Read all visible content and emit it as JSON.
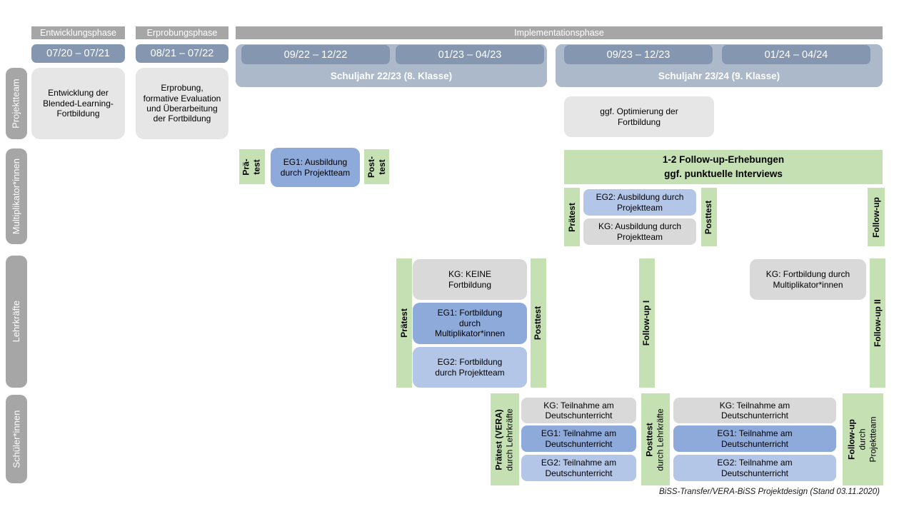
{
  "colors": {
    "header_gray": "#A6A6A6",
    "timeline_blue": "#8496B0",
    "schoolyear_blue": "#ACB9CA",
    "project_box_gray": "#E7E6E6",
    "control_group_gray": "#D9D9D9",
    "eg1_blue": "#8EAADB",
    "eg2_blue": "#B4C6E7",
    "test_green": "#C5E0B3"
  },
  "header": {
    "phases": {
      "p1": "Entwicklungsphase",
      "p2": "Erprobungsphase",
      "p3": "Implementationsphase"
    },
    "dates": {
      "d1": "07/20 – 07/21",
      "d2": "08/21 – 07/22",
      "d3": "09/22 – 12/22",
      "d4": "01/23 – 04/23",
      "d5": "09/23 – 12/23",
      "d6": "01/24 – 04/24"
    },
    "school_years": {
      "sy1": "Schuljahr 22/23 (8. Klasse)",
      "sy2": "Schuljahr 23/24 (9. Klasse)"
    }
  },
  "sidebar": {
    "r1": "Projektteam",
    "r2": "Multiplikator*innen",
    "r3": "Lehrkräfte",
    "r4": "Schüler*innen"
  },
  "projektteam": {
    "entwicklung": "Entwicklung der Blended-Learning-Fortbildung",
    "erprobung": "Erprobung, formative Evaluation und Überarbeitung der Fortbildung",
    "optimierung": "ggf. Optimierung der Fortbildung"
  },
  "mult": {
    "pre1_l1": "Prä-",
    "pre1_l2": "test",
    "eg1": "EG1: Ausbildung durch Projektteam",
    "post1_l1": "Post-",
    "post1_l2": "test",
    "fu_box_l1": "1-2 Follow-up-Erhebungen",
    "fu_box_l2": "ggf. punktuelle Interviews",
    "pre2": "Prätest",
    "eg2": "EG2: Ausbildung durch Projektteam",
    "kg": "KG: Ausbildung durch Projektteam",
    "post2": "Posttest",
    "fu": "Follow-up"
  },
  "lehr": {
    "pre": "Prätest",
    "kg1": "KG: KEINE Fortbildung",
    "eg1": "EG1: Fortbildung durch Multiplikator*innen",
    "eg2": "EG2: Fortbildung durch Projektteam",
    "post": "Posttest",
    "fu1": "Follow-up I",
    "kg2": "KG: Fortbildung durch Multiplikator*innen",
    "fu2": "Follow-up II"
  },
  "schueler": {
    "pre_l1": "Prätest (VERA)",
    "pre_l2": "durch Lehrkräfte",
    "kg1": "KG: Teilnahme am Deutschunterricht",
    "eg1a": "EG1: Teilnahme am Deutschunterricht",
    "eg2a": "EG2: Teilnahme am Deutschunterricht",
    "post_l1": "Posttest",
    "post_l2": "durch Lehrkräfte",
    "kg2": "KG: Teilnahme am Deutschunterricht",
    "eg1b": "EG1: Teilnahme am Deutschunterricht",
    "eg2b": "EG2: Teilnahme am Deutschunterricht",
    "fu_l1": "Follow-up",
    "fu_l2": "durch",
    "fu_l3": "Projektteam"
  },
  "footer": {
    "caption": "BiSS-Transfer/VERA-BiSS Projektdesign (Stand 03.11.2020)"
  }
}
